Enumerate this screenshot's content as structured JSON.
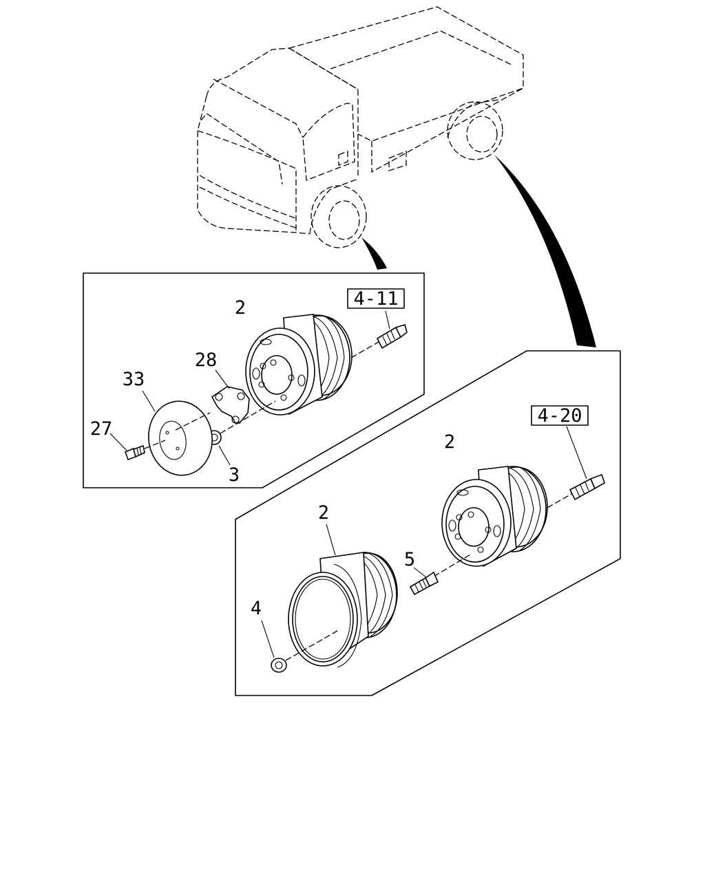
{
  "callouts": {
    "front_ref": "4-11",
    "rear_ref": "4-20",
    "front_wheel_num": "2",
    "front_bolt_num": "28",
    "front_disc_num": "33",
    "front_screw_num": "27",
    "front_nut_num": "3",
    "rear_outer_wheel_num": "2",
    "rear_inner_wheel_num": "2",
    "rear_stud_num": "5",
    "rear_nut_num": "4"
  }
}
